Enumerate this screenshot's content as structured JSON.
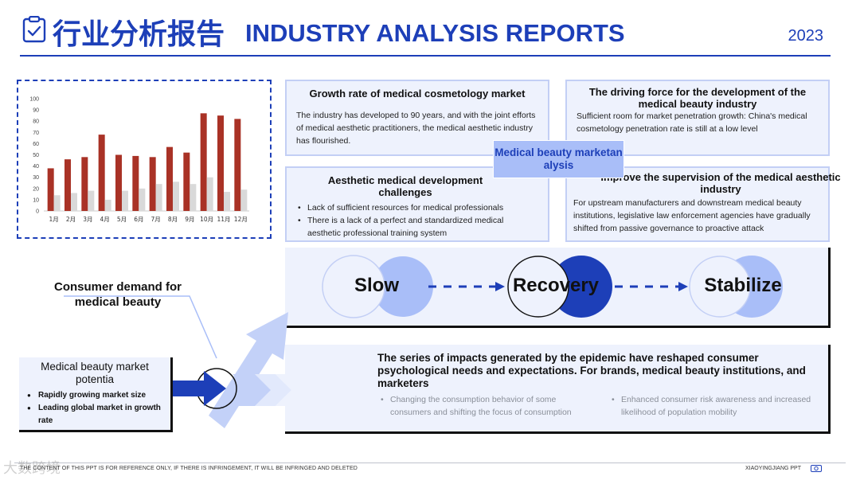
{
  "header": {
    "title_cn": "行业分析报告",
    "title_en": "INDUSTRY ANALYSIS REPORTS",
    "year": "2023",
    "icon": "clipboard-icon"
  },
  "chart_data": {
    "type": "bar",
    "categories": [
      "1月",
      "2月",
      "3月",
      "4月",
      "5月",
      "6月",
      "7月",
      "8月",
      "9月",
      "10月",
      "11月",
      "12月"
    ],
    "series": [
      {
        "values": [
          38,
          46,
          48,
          68,
          50,
          49,
          48,
          57,
          52,
          87,
          85,
          82
        ],
        "color": "#a93226"
      },
      {
        "values": [
          14,
          16,
          18,
          10,
          18,
          20,
          24,
          26,
          24,
          30,
          17,
          19
        ],
        "color": "#d9d9d9"
      }
    ],
    "yticks": [
      0,
      10,
      20,
      30,
      40,
      50,
      60,
      70,
      80,
      90,
      100
    ],
    "ylim": [
      0,
      100
    ],
    "grid": false
  },
  "cards": {
    "growth": {
      "title": "Growth rate of medical cosmetology market",
      "text": "The industry has developed to 90 years, and with the joint efforts of medical aesthetic practitioners, the medical aesthetic industry has flourished."
    },
    "driving": {
      "title": "The driving force for the development of the medical beauty industry",
      "text": "Sufficient room for market penetration growth: China's medical cosmetology penetration rate is still at a low level"
    },
    "challenges": {
      "title": "Aesthetic medical development challenges",
      "bullets": [
        "Lack of sufficient resources for medical professionals",
        "There is a lack of a perfect and standardized medical aesthetic professional training system"
      ]
    },
    "supervision": {
      "title": "Improve the supervision of the medical aesthetic industry",
      "text": "For upstream manufacturers and downstream medical beauty institutions, legislative law enforcement agencies have gradually shifted from passive governance to proactive attack"
    }
  },
  "center_badge": "Medical beauty marketan alysis",
  "stages": [
    "Slow",
    "Recovery",
    "Stabilize"
  ],
  "impact": {
    "title": "The series of impacts generated by the epidemic have reshaped consumer psychological needs and expectations. For brands, medical beauty institutions, and marketers",
    "bullets": [
      "Changing the consumption behavior of some consumers and shifting the focus of consumption",
      "Enhanced consumer risk awareness and increased likelihood of population mobility"
    ]
  },
  "left": {
    "consumer_label": "Consumer demand for medical beauty",
    "potential_title": "Medical beauty market potentia",
    "potential_bullets": [
      "Rapidly growing market size",
      "Leading global market in growth rate"
    ]
  },
  "footer": {
    "disclaimer": "THE CONTENT OF THIS PPT IS FOR REFERENCE ONLY, IF THERE IS INFRINGEMENT, IT WILL BE INFRINGED AND DELETED",
    "brand": "XIAOYINGJIANG PPT",
    "watermark": "大数跨境"
  },
  "colors": {
    "primary": "#1d3fb8",
    "light": "#a9bef8",
    "panel": "#eef2fd",
    "bar_red": "#a93226",
    "bar_gray": "#d9d9d9"
  }
}
